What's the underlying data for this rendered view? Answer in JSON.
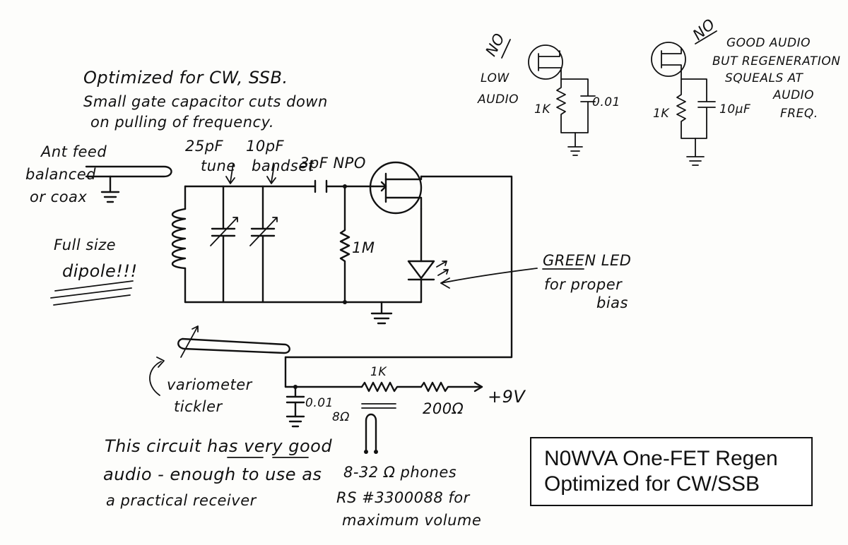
{
  "title_box": {
    "line1": "N0WVA One-FET Regen",
    "line2": "Optimized for CW/SSB"
  },
  "notes": {
    "optimized_line1": "Optimized for CW, SSB.",
    "optimized_line2": "Small gate capacitor cuts down",
    "optimized_line3": "on pulling of frequency.",
    "ant_line1": "Ant feed",
    "ant_line2": "balanced",
    "ant_line3": "or coax",
    "dipole_line1": "Full size",
    "dipole_line2": "dipole!!!",
    "led_line1": "GREEN LED",
    "led_line2": "for proper",
    "led_line3": "bias",
    "variometer_line1": "variometer",
    "variometer_line2": "tickler",
    "audio_line1": "This circuit has very good",
    "audio_line2": "audio - enough to use as",
    "audio_line3": "a practical receiver",
    "phones_line1": "8-32 Ω phones",
    "phones_line2": "RS #3300088 for",
    "phones_line3": "maximum volume"
  },
  "components": {
    "tune_value": "25pF",
    "tune_label": "tune",
    "bandset_value": "10pF",
    "bandset_label": "bandset",
    "gate_cap": "3pF NPO",
    "gate_resistor": "1M",
    "bypass_cap": "0.01",
    "load_resistor": "1K",
    "phones_impedance": "8Ω",
    "dropping_resistor": "200Ω",
    "supply": "+9V"
  },
  "alternatives": {
    "alt1_mark": "NO",
    "alt1_note1": "LOW",
    "alt1_note2": "AUDIO",
    "alt1_resistor": "1K",
    "alt1_cap": "0.01",
    "alt2_mark": "NO",
    "alt2_note1": "GOOD AUDIO",
    "alt2_note2": "BUT REGENERATION",
    "alt2_note3": "SQUEALS AT",
    "alt2_note4": "AUDIO",
    "alt2_note5": "FREQ.",
    "alt2_resistor": "1K",
    "alt2_cap": "10μF"
  }
}
